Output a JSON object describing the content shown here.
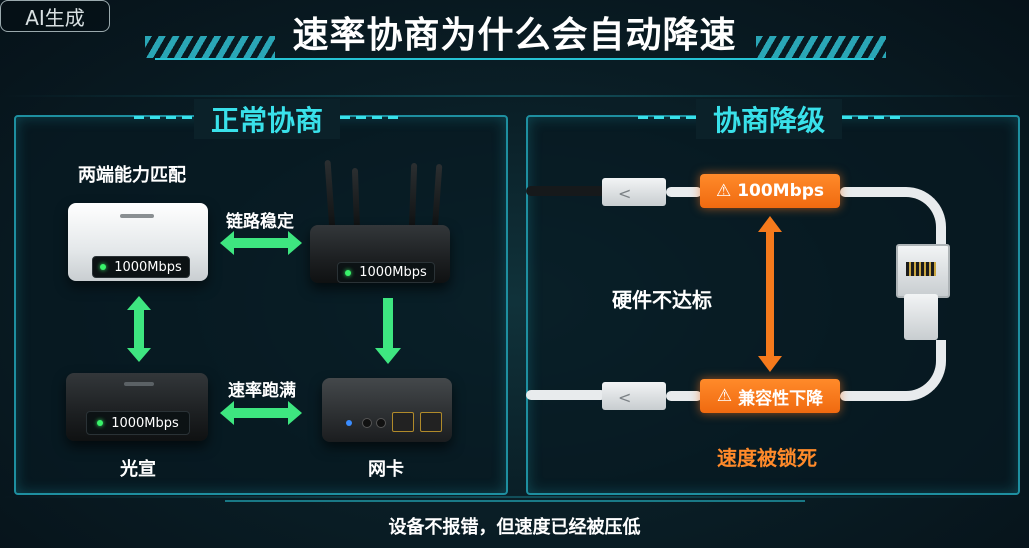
{
  "badge": "AI生成",
  "title": "速率协商为什么会自动降速",
  "left_panel": {
    "title": "正常协商",
    "caption_top": "两端能力匹配",
    "link_stable": "链路稳定",
    "rate_full": "速率跑满",
    "device_label_onu": "光宣",
    "device_label_nic": "网卡",
    "screen_speed": "1000Mbps"
  },
  "right_panel": {
    "title": "协商降级",
    "warn_top": "100Mbps",
    "warn_bottom": "兼容性下降",
    "hardware": "硬件不达标",
    "locked": "速度被锁死"
  },
  "footer": "设备不报错，但速度已经被压低",
  "colors": {
    "accent": "#39e1ea",
    "arrow_green": "#3ee680",
    "warning_orange": "#f57a1c",
    "locked_text": "#ff8a2a"
  },
  "icons": [
    "warning-icon",
    "double-arrow-icon",
    "down-arrow-icon",
    "ethernet-plug-icon"
  ]
}
